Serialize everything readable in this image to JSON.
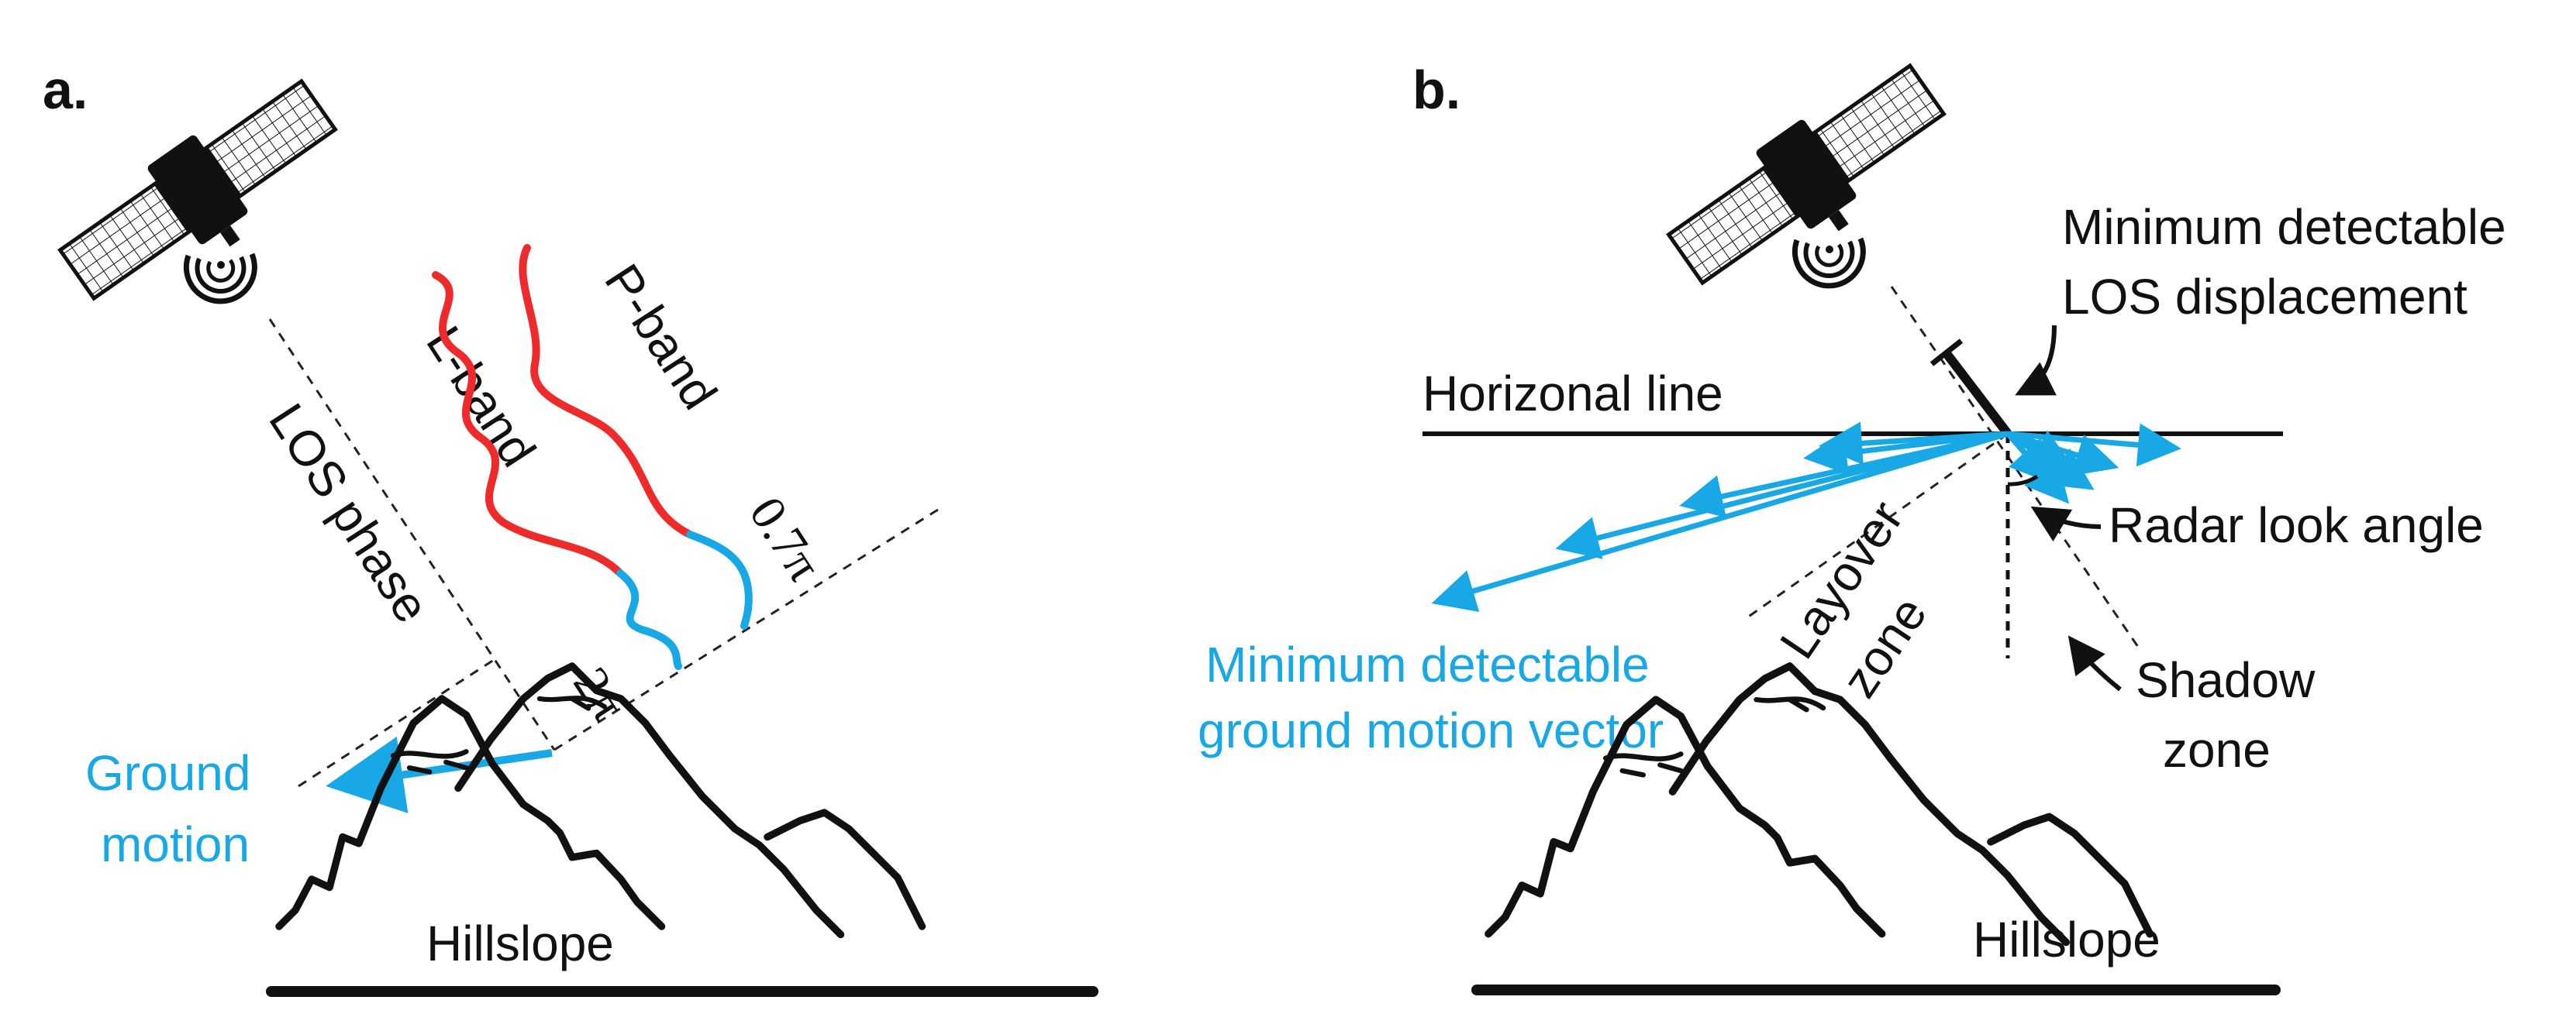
{
  "panel_a": {
    "panel_label": "a.",
    "los_phase_label": "LOS phase",
    "l_band_label": "L-band",
    "p_band_label": "P-band",
    "phase_2pi_label": "2π",
    "phase_07pi_label": "0.7π",
    "ground_motion_label_1": "Ground",
    "ground_motion_label_2": "motion",
    "hillslope_label": "Hillslope"
  },
  "panel_b": {
    "panel_label": "b.",
    "min_los_label_1": "Minimum detectable",
    "min_los_label_2": "LOS displacement",
    "horizontal_line_label": "Horizonal line",
    "radar_look_angle_label": "Radar look angle",
    "layover_label_1": "Layover",
    "layover_label_2": "zone",
    "shadow_label_1": "Shadow",
    "shadow_label_2": "zone",
    "min_ground_label_1": "Minimum detectable",
    "min_ground_label_2": "ground motion vector",
    "hillslope_label": "Hillslope"
  },
  "colors": {
    "red_wave": "#ee2a2a",
    "blue_segment": "#18a8e6",
    "arrow_blue": "#18a8e6",
    "ink": "#111111"
  },
  "icons": [
    "satellite-icon",
    "mountain-icon",
    "arrow-icon"
  ]
}
